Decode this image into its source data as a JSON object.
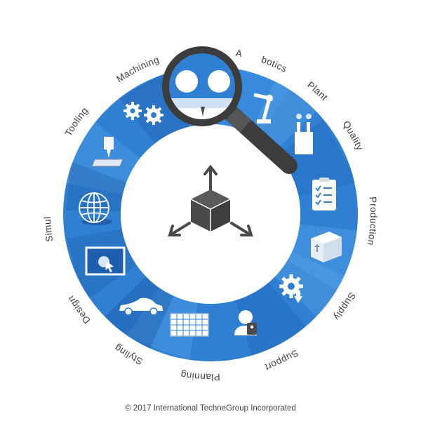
{
  "colors": {
    "ring": "#2f7fd3",
    "ring_light": "#5aa0e6",
    "ring_dark": "#1f64b4",
    "icon_dark": "#4a4a4a",
    "icon_light": "#ffffff",
    "label": "#3d3d3d"
  },
  "ring_labels": [
    {
      "id": "automation",
      "text": "Automation",
      "visible_text": "A"
    },
    {
      "id": "robotics",
      "text": "Robotics",
      "visible_text": "botics"
    },
    {
      "id": "plant",
      "text": "Plant"
    },
    {
      "id": "quality",
      "text": "Quality"
    },
    {
      "id": "production",
      "text": "Production"
    },
    {
      "id": "supply",
      "text": "Supply"
    },
    {
      "id": "support",
      "text": "Support"
    },
    {
      "id": "planning",
      "text": "Planning"
    },
    {
      "id": "styling",
      "text": "Styling"
    },
    {
      "id": "design",
      "text": "Design"
    },
    {
      "id": "simulation",
      "text": "Simulation"
    },
    {
      "id": "tooling",
      "text": "Tooling"
    },
    {
      "id": "machining",
      "text": "Machining"
    }
  ],
  "ring_icons": [
    "team-icon",
    "robot-arm-icon",
    "factory-icon",
    "checklist-icon",
    "box-icon",
    "gear-download-icon",
    "user-support-icon",
    "grid-chart-icon",
    "car-icon",
    "screen-cursor-icon",
    "globe-icon",
    "drill-icon",
    "gears-icon"
  ],
  "center_icon": "cube-arrows-icon",
  "overlay_icon": "magnifier-icon",
  "footer": {
    "copyright": "© 2017 International TechneGroup Incorporated"
  }
}
